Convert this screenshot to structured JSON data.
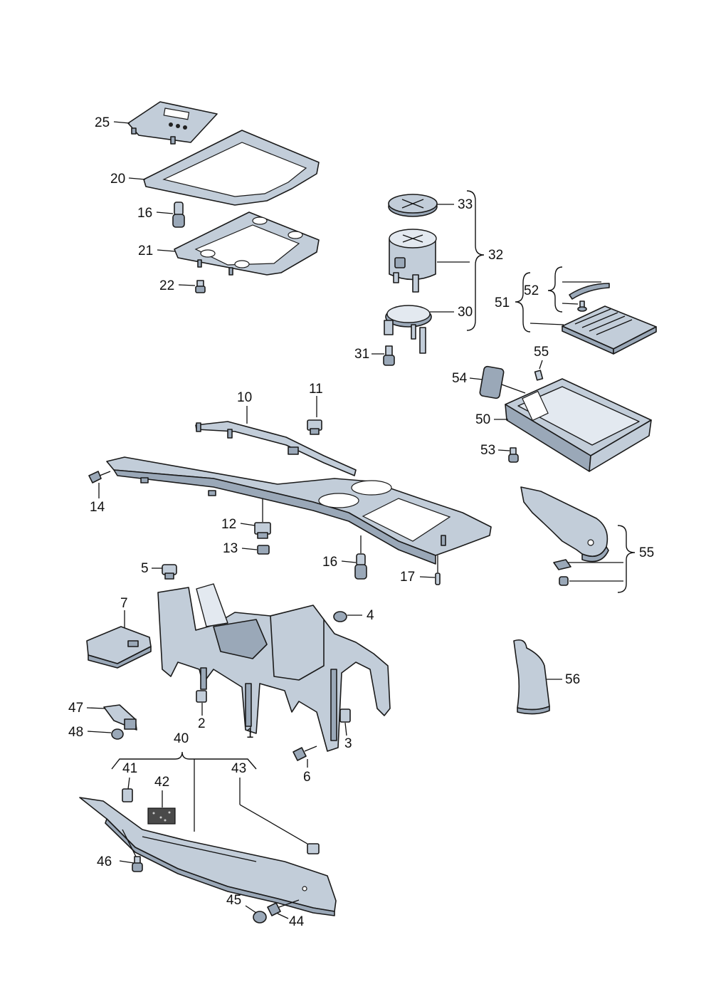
{
  "callouts": {
    "c25": "25",
    "c20": "20",
    "c16a": "16",
    "c21": "21",
    "c22": "22",
    "c33": "33",
    "c32": "32",
    "c30": "30",
    "c31": "31",
    "c51": "51",
    "c52": "52",
    "c55a": "55",
    "c54": "54",
    "c50": "50",
    "c53": "53",
    "c10": "10",
    "c11": "11",
    "c14": "14",
    "c12": "12",
    "c13": "13",
    "c16b": "16",
    "c17": "17",
    "c55b": "55",
    "c5": "5",
    "c7": "7",
    "c4": "4",
    "c56": "56",
    "c47": "47",
    "c48": "48",
    "c2": "2",
    "c1": "1",
    "c3": "3",
    "c6": "6",
    "c40": "40",
    "c41": "41",
    "c42": "42",
    "c43": "43",
    "c46": "46",
    "c45": "45",
    "c44": "44"
  },
  "colors": {
    "part_fill": "#c2cdd9",
    "part_shadow": "#9aa8b8",
    "outline": "#1a1a1a",
    "background": "#ffffff"
  }
}
